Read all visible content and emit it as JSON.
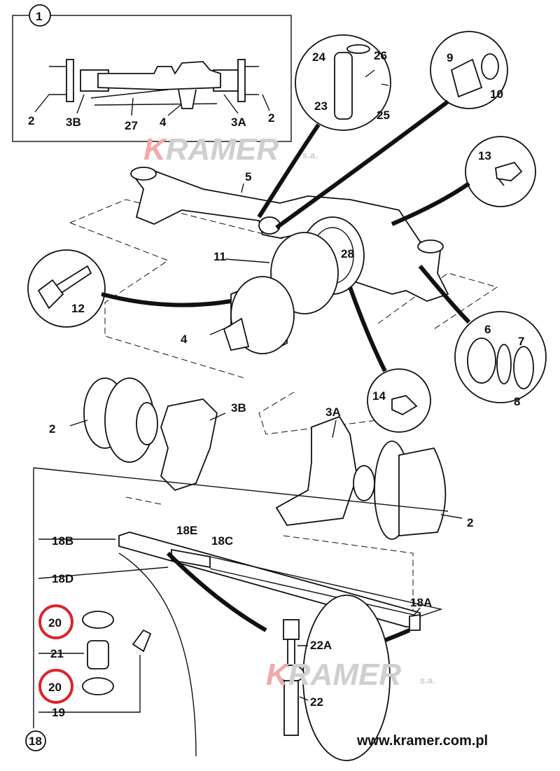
{
  "watermark": {
    "brand_k": "K",
    "brand_rest": "RAMER",
    "suffix": "s.a."
  },
  "website": "www.kramer.com.pl",
  "highlight_color": "#d9262c",
  "inset": {
    "number": "1",
    "labels": [
      "2",
      "3B",
      "27",
      "4",
      "3A",
      "2"
    ]
  },
  "callouts": {
    "c24": "24",
    "c26": "26",
    "c23": "23",
    "c25": "25",
    "c9": "9",
    "c10": "10",
    "c13": "13",
    "c5": "5",
    "c28": "28",
    "c11": "11",
    "c12": "12",
    "c4": "4",
    "c6": "6",
    "c7": "7",
    "c8": "8",
    "c14": "14",
    "c3B": "3B",
    "c2a": "2",
    "c3A": "3A",
    "c2b": "2",
    "c18B": "18B",
    "c18E": "18E",
    "c18C": "18C",
    "c18D": "18D",
    "c18A": "18A",
    "c20a": "20",
    "c21": "21",
    "c20b": "20",
    "c19": "19",
    "c22A": "22A",
    "c22": "22",
    "c18": "18"
  }
}
